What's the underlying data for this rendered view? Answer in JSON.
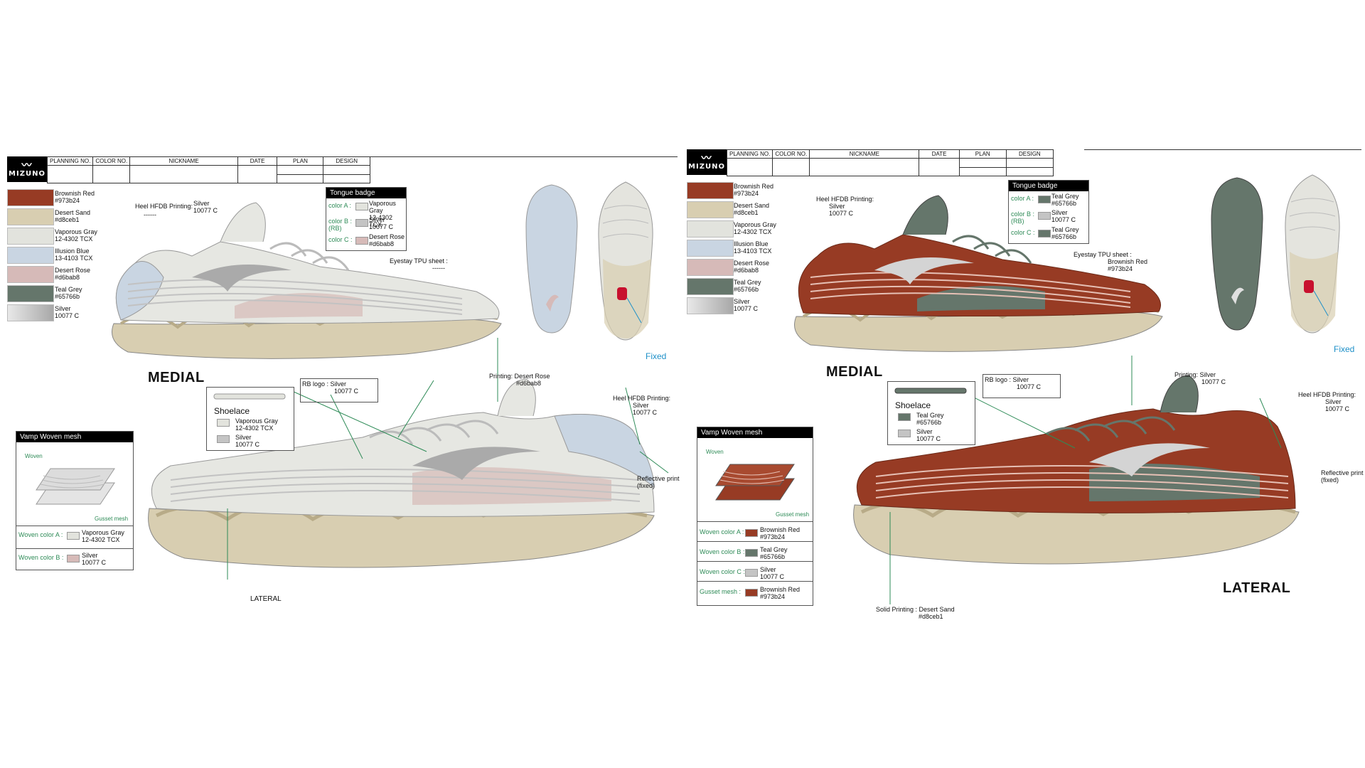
{
  "header": {
    "logo_text": "MIZUNO",
    "columns": [
      "PLANNING NO.",
      "COLOR NO.",
      "NICKNAME",
      "DATE",
      "PLAN",
      "DESIGN"
    ]
  },
  "left": {
    "palette": [
      {
        "name": "Brownish Red",
        "code": "#973b24",
        "color": "#973b24"
      },
      {
        "name": "Desert Sand",
        "code": "#d8ceb1",
        "color": "#d8ceb1"
      },
      {
        "name": "Vaporous Gray",
        "code": "12-4302 TCX",
        "color": "#e2e3dd"
      },
      {
        "name": "Illusion Blue",
        "code": "13-4103 TCX",
        "color": "#c9d5e2"
      },
      {
        "name": "Desert Rose",
        "code": "#d6bab8",
        "color": "#d6bab8"
      },
      {
        "name": "Teal Grey",
        "code": "#65766b",
        "color": "#65766b"
      },
      {
        "name": "Silver",
        "code": "10077 C",
        "color": "#c4c4c4"
      }
    ],
    "heel_print": {
      "label": "Heel HFDB Printing:",
      "value1": "Silver",
      "value2": "10077 C",
      "extra": "------"
    },
    "tongue_badge": {
      "title": "Tongue badge",
      "rows": [
        {
          "key": "color A :",
          "name": "Vaporous Gray",
          "code": "12-4302 TCX",
          "color": "#e2e3dd"
        },
        {
          "key": "color B :",
          "sub": "(RB)",
          "name": "Silver",
          "code": "10077 C",
          "color": "#c4c4c4"
        },
        {
          "key": "color C :",
          "name": "Desert Rose",
          "code": "#d6bab8",
          "color": "#d6bab8"
        }
      ]
    },
    "eyestay": {
      "label": "Eyestay TPU sheet :",
      "value": "------"
    },
    "fixed": "Fixed",
    "medial": "MEDIAL",
    "lateral": "LATERAL",
    "rb_logo": {
      "label": "RB logo :",
      "value1": "Silver",
      "value2": "10077 C"
    },
    "printing": {
      "label": "Printing:",
      "value1": "Desert Rose",
      "value2": "#d6bab8"
    },
    "heel_print2": {
      "label": "Heel HFDB Printing:",
      "value1": "Silver",
      "value2": "10077 C"
    },
    "reflective": {
      "line1": "Reflective print",
      "line2": "(fixed)"
    },
    "shoelace": {
      "title": "Shoelace",
      "rows": [
        {
          "name": "Vaporous Gray",
          "code": "12-4302 TCX",
          "color": "#e2e3dd"
        },
        {
          "name": "Silver",
          "code": "10077 C",
          "color": "#c4c4c4"
        }
      ]
    },
    "vamp": {
      "title": "Vamp Woven mesh",
      "woven": "Woven",
      "gusset": "Gusset mesh",
      "rows": [
        {
          "key": "Woven color A :",
          "name": "Vaporous Gray",
          "code": "12-4302 TCX",
          "color": "#e2e3dd"
        },
        {
          "key": "Woven color B :",
          "name": "Silver",
          "code": "10077 C",
          "color": "#d6bab8"
        }
      ]
    }
  },
  "right": {
    "palette": [
      {
        "name": "Brownish Red",
        "code": "#973b24",
        "color": "#973b24"
      },
      {
        "name": "Desert Sand",
        "code": "#d8ceb1",
        "color": "#d8ceb1"
      },
      {
        "name": "Vaporous Gray",
        "code": "12-4302 TCX",
        "color": "#e2e3dd"
      },
      {
        "name": "Illusion Blue",
        "code": "13-4103 TCX",
        "color": "#c9d5e2"
      },
      {
        "name": "Desert Rose",
        "code": "#d6bab8",
        "color": "#d6bab8"
      },
      {
        "name": "Teal Grey",
        "code": "#65766b",
        "color": "#65766b"
      },
      {
        "name": "Silver",
        "code": "10077 C",
        "color": "#c4c4c4"
      }
    ],
    "heel_print": {
      "label": "Heel HFDB Printing:",
      "value1": "Silver",
      "value2": "10077 C"
    },
    "tongue_badge": {
      "title": "Tongue badge",
      "rows": [
        {
          "key": "color A :",
          "name": "Teal Grey",
          "code": "#65766b",
          "color": "#65766b"
        },
        {
          "key": "color B :",
          "sub": "(RB)",
          "name": "Silver",
          "code": "10077 C",
          "color": "#c4c4c4"
        },
        {
          "key": "color C :",
          "name": "Teal Grey",
          "code": "#65766b",
          "color": "#65766b"
        }
      ]
    },
    "eyestay": {
      "label": "Eyestay TPU sheet :",
      "value1": "Brownish Red",
      "value2": "#973b24"
    },
    "fixed": "Fixed",
    "medial": "MEDIAL",
    "lateral": "LATERAL",
    "rb_logo": {
      "label": "RB logo :",
      "value1": "Silver",
      "value2": "10077 C"
    },
    "printing": {
      "label": "Printing:",
      "value1": "Silver",
      "value2": "10077 C"
    },
    "heel_print2": {
      "label": "Heel HFDB Printing:",
      "value1": "Silver",
      "value2": "10077 C"
    },
    "reflective": {
      "line1": "Reflective print",
      "line2": "(fixed)"
    },
    "shoelace": {
      "title": "Shoelace",
      "rows": [
        {
          "name": "Teal Grey",
          "code": "#65766b",
          "color": "#65766b"
        },
        {
          "name": "Silver",
          "code": "10077 C",
          "color": "#c4c4c4"
        }
      ]
    },
    "vamp": {
      "title": "Vamp Woven mesh",
      "woven": "Woven",
      "gusset": "Gusset mesh",
      "rows": [
        {
          "key": "Woven color A :",
          "name": "Brownish Red",
          "code": "#973b24",
          "color": "#973b24"
        },
        {
          "key": "Woven color B :",
          "name": "Teal Grey",
          "code": "#65766b",
          "color": "#65766b"
        },
        {
          "key": "Woven color C :",
          "name": "Silver",
          "code": "10077 C",
          "color": "#c4c4c4"
        },
        {
          "key": "Gusset mesh :",
          "name": "Brownish Red",
          "code": "#973b24",
          "color": "#973b24"
        }
      ]
    },
    "solid_print": {
      "label": "Solid Printing :",
      "value1": "Desert Sand",
      "value2": "#d8ceb1"
    }
  }
}
